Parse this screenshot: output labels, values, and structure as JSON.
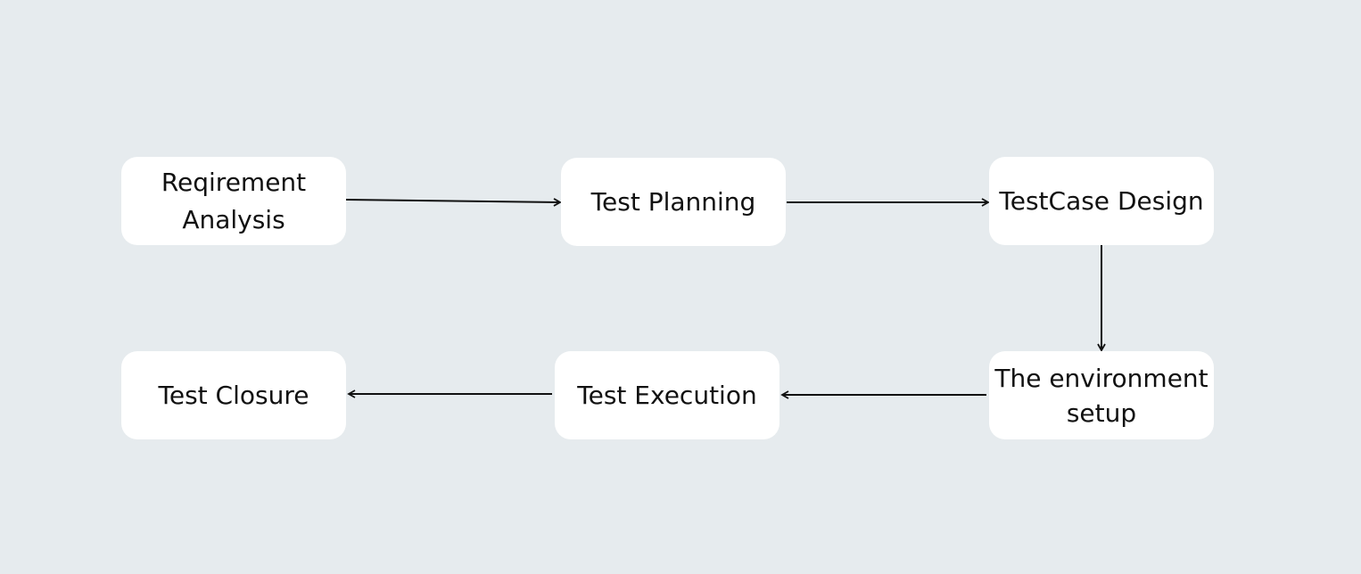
{
  "colors": {
    "background": "#e6ebee",
    "node_fill": "#ffffff",
    "text": "#111111",
    "arrow": "#111111"
  },
  "nodes": {
    "requirement_analysis": "Reqirement Analysis",
    "test_planning": "Test Planning",
    "testcase_design": "TestCase Design",
    "environment_setup": "The environment setup",
    "test_execution": "Test Execution",
    "test_closure": "Test Closure"
  }
}
